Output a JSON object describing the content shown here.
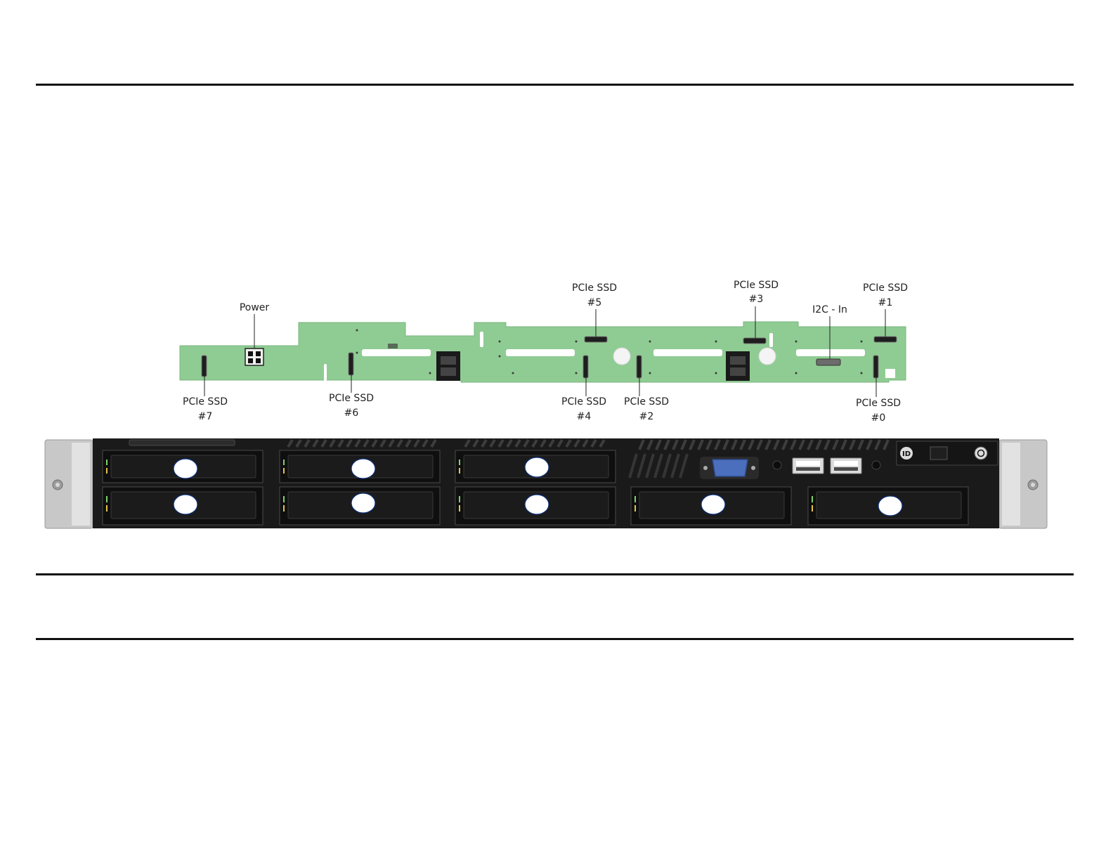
{
  "labels": {
    "power": "Power",
    "pcie_ssd": "PCIe SSD",
    "i2c_in": "I2C - In",
    "slot_0": "#0",
    "slot_1": "#1",
    "slot_2": "#2",
    "slot_3": "#3",
    "slot_4": "#4",
    "slot_5": "#5",
    "slot_6": "#6",
    "slot_7": "#7"
  },
  "front_panel": {
    "id_button_text": "ID"
  },
  "colors": {
    "backplane_pcb": "#8fcc93",
    "chassis_front": "#1a1a1a",
    "rack_ear": "#c8c8c8",
    "vga_port": "#4b6fbd",
    "bay_marker": "#ffffff",
    "bay_marker_border": "#0c2f7a"
  }
}
